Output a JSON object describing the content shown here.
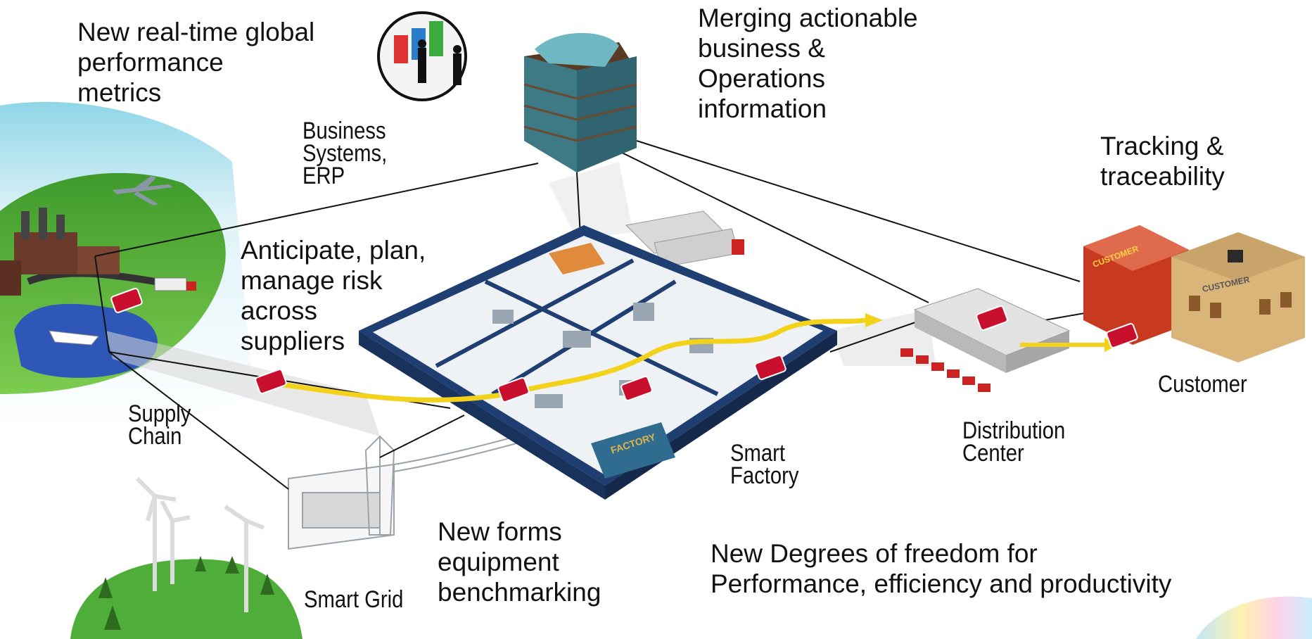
{
  "callouts": {
    "metrics": [
      "New real-time global",
      "performance",
      "metrics"
    ],
    "merging": [
      "Merging actionable",
      "business &",
      "Operations",
      "information"
    ],
    "tracking": [
      "Tracking &",
      "traceability"
    ],
    "anticipate": [
      "Anticipate, plan,",
      "manage risk",
      "across",
      "suppliers"
    ],
    "benchmarking": [
      "New forms",
      "equipment",
      "benchmarking"
    ],
    "freedom": [
      "New Degrees of freedom for",
      "Performance, efficiency and productivity"
    ]
  },
  "labels": {
    "business_systems": [
      "Business",
      "Systems,",
      "ERP"
    ],
    "supply_chain": [
      "Supply",
      "Chain"
    ],
    "smart_grid": "Smart Grid",
    "smart_factory": [
      "Smart",
      "Factory"
    ],
    "distribution_center": [
      "Distribution",
      "Center"
    ],
    "customer": "Customer"
  },
  "signs": {
    "factory": "FACTORY",
    "customer_store_1": "CUSTOMER",
    "customer_store_2": "CUSTOMER"
  },
  "colors": {
    "flow_arrow": "#f2d21b",
    "factory_wall": "#1f3f73",
    "factory_floor": "#eef2f5",
    "grass": "#4fae3a",
    "water": "#2f57b8",
    "tag": "#c8102e",
    "hq_glass": "#3e7a86",
    "store_red": "#c83a1f",
    "store_tan": "#d9b57a"
  }
}
